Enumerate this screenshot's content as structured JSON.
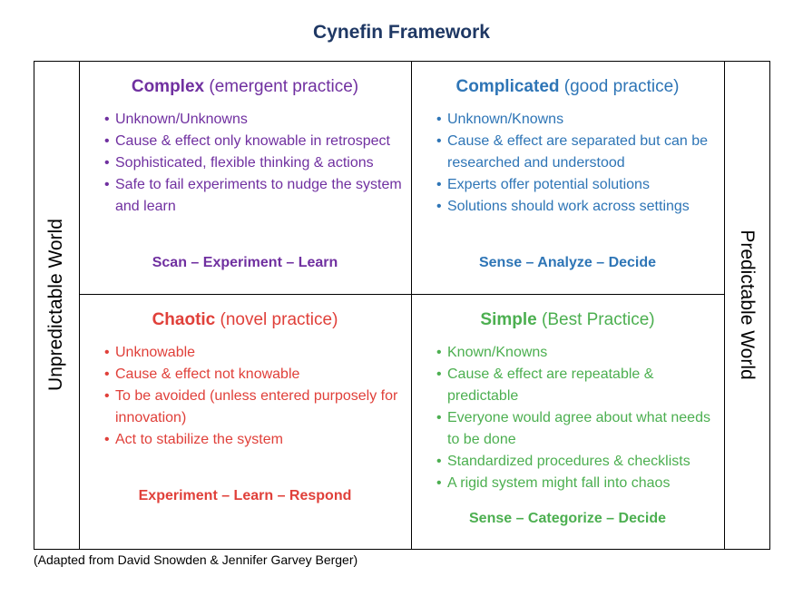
{
  "title": "Cynefin Framework",
  "axes": {
    "left": "Unpredictable World",
    "right": "Predictable World"
  },
  "colors": {
    "title": "#1f3864",
    "complex": "#7030a0",
    "complicated": "#2e75b6",
    "chaotic": "#e0403a",
    "simple": "#4caf50"
  },
  "quadrants": {
    "complex": {
      "name": "Complex",
      "practice": "(emergent practice)",
      "items": [
        "Unknown/Unknowns",
        "Cause & effect only knowable in retrospect",
        "Sophisticated, flexible thinking & actions",
        "Safe to fail experiments to nudge the system and learn"
      ],
      "approach": "Scan – Experiment – Learn"
    },
    "complicated": {
      "name": "Complicated",
      "practice": "(good practice)",
      "items": [
        "Unknown/Knowns",
        "Cause & effect are separated but can be researched and understood",
        "Experts offer potential solutions",
        "Solutions should work across settings"
      ],
      "approach": "Sense – Analyze – Decide"
    },
    "chaotic": {
      "name": "Chaotic",
      "practice": "(novel practice)",
      "items": [
        "Unknowable",
        "Cause & effect not knowable",
        "To be avoided (unless entered purposely for innovation)",
        "Act to stabilize the system"
      ],
      "approach": "Experiment – Learn – Respond"
    },
    "simple": {
      "name": "Simple",
      "practice": "(Best Practice)",
      "items": [
        "Known/Knowns",
        "Cause & effect are repeatable & predictable",
        "Everyone would agree about what needs to be done",
        "Standardized procedures & checklists",
        "A rigid system might fall into chaos"
      ],
      "approach": "Sense – Categorize – Decide"
    }
  },
  "credit": "(Adapted from David Snowden & Jennifer Garvey Berger)"
}
